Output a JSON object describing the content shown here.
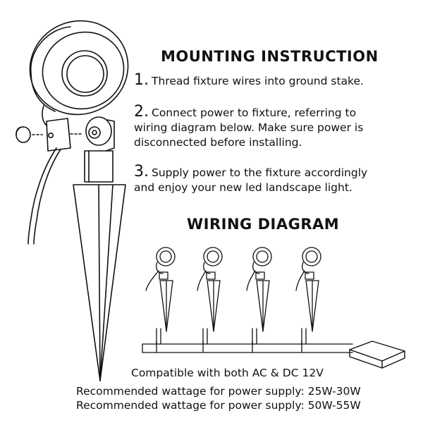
{
  "mounting": {
    "title": "MOUNTING INSTRUCTION",
    "steps": [
      {
        "num": "1.",
        "lines": [
          "Thread fixture wires into ground stake."
        ]
      },
      {
        "num": "2.",
        "lines": [
          "Connect power to fixture, referring to",
          "wiring diagram below. Make sure power is",
          "disconnected before installing."
        ]
      },
      {
        "num": "3.",
        "lines": [
          "Supply power to the fixture accordingly",
          "and enjoy your new led landscape light."
        ]
      }
    ]
  },
  "wiring": {
    "title": "WIRING DIAGRAM",
    "notes": [
      "Compatible with both AC & DC 12V",
      "Recommended wattage for power supply: 25W-30W",
      "Recommended wattage for power supply: 50W-55W"
    ]
  },
  "colors": {
    "ink": "#111111",
    "background": "#ffffff"
  }
}
